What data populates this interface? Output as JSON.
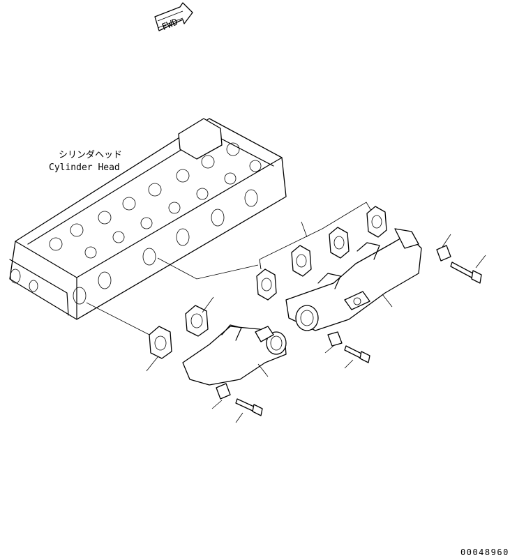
{
  "fwd_label": "FWD",
  "cylinder_head_label_jp": "シリンダヘッド",
  "cylinder_head_label_en": "Cylinder Head",
  "drawing_number": "00048960"
}
